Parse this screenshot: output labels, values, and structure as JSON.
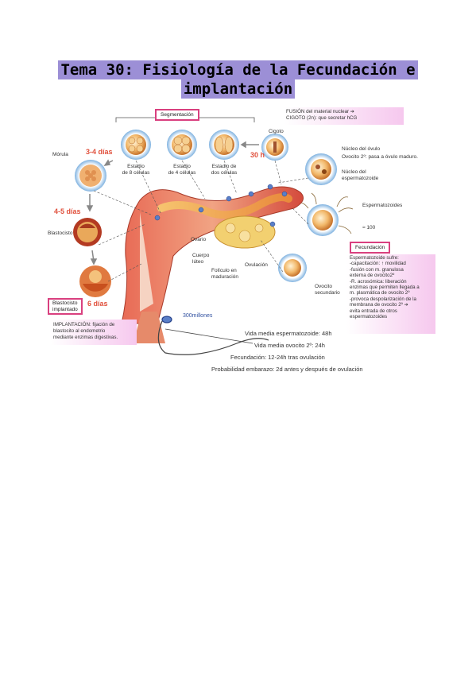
{
  "title": {
    "line1": "Tema 30: Fisiología de la Fecundación e",
    "line2": "implantación"
  },
  "fusion": {
    "line1": "FUSIÓN del material nuclear ➔",
    "line2": "CIGOTO (2n): que secretar hCG"
  },
  "segmentacion": "Segmentación",
  "stages": {
    "morula": "Mórula",
    "ocho": "Estadio\nde 8 células",
    "cuatro": "Estadio\nde 4 células",
    "dos": "Estadio de\ndos células",
    "cigoto": "Cigoto",
    "nucleo_ovulo": "Núcleo del óvulo",
    "ovocito2": "Ovocito 2º: pasa a óvulo maduro.",
    "nucleo_esperm": "Núcleo del\nespermatozoide",
    "espermatozoides": "Espermatozoides",
    "approx": "≈ 100",
    "blastocisto": "Blastocisto",
    "ovario": "Ovario",
    "cuerpo_luteo": "Cuerpo\nlúteo",
    "ovulacion": "Ovulación",
    "foliculo": "Folículo en\nmaduración",
    "ovocito_sec": "Ovocito\nsecundario"
  },
  "times": {
    "t30h": "30 h",
    "t34": "3-4 días",
    "t45": "4-5 días",
    "t6": "6 días"
  },
  "blasto_box": "Blastocisto\nimplantado",
  "implantacion": {
    "l1": "IMPLANTACIÓN: fijación de",
    "l2": "blastocito al endometrio",
    "l3": "mediante enzimas digestivas."
  },
  "millones": "300millones",
  "fecundacion_box": "Fecundación",
  "fecundacion_notes": [
    "Espermatozoide sufre:",
    "-capacitación: ↑ movilidad",
    "-fusión con m. granulosa",
    "externa de ovocito2º",
    "-R. acrosómica: liberación",
    "enzimas que permiten llegada a",
    "m. plasmática de ovocito 2º",
    "-provoca despolarización de la",
    "membrana de ovocito 2º ➔",
    "evita entrada de otros",
    "espermatozoides"
  ],
  "facts": {
    "f1": "Vida media espermatozoide: 48h",
    "f2": "Vida media ovocito 2º: 24h",
    "f3": "Fecundación: 12-24h tras ovulación",
    "f4": "Probabilidad embarazo: 2d antes y después de ovulación"
  },
  "colors": {
    "title_bg": "#9c8fd6",
    "box_border": "#d9407f",
    "highlight_pink": "#f6c8ee",
    "time_red": "#e0503c",
    "uterus": "#d8564a",
    "tube": "#f3a64a"
  }
}
